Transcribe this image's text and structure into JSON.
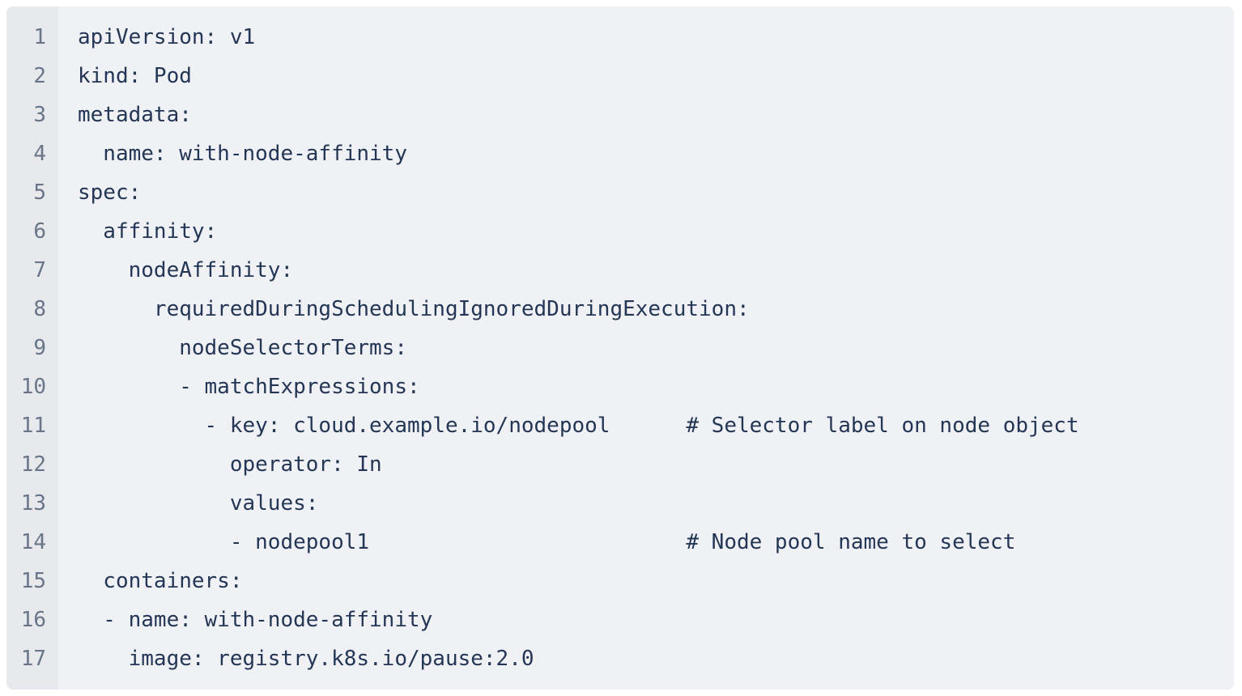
{
  "code_block": {
    "language": "yaml",
    "lines": [
      {
        "number": "1",
        "code": "apiVersion: v1"
      },
      {
        "number": "2",
        "code": "kind: Pod"
      },
      {
        "number": "3",
        "code": "metadata:"
      },
      {
        "number": "4",
        "code": "  name: with-node-affinity"
      },
      {
        "number": "5",
        "code": "spec:"
      },
      {
        "number": "6",
        "code": "  affinity:"
      },
      {
        "number": "7",
        "code": "    nodeAffinity:"
      },
      {
        "number": "8",
        "code": "      requiredDuringSchedulingIgnoredDuringExecution:"
      },
      {
        "number": "9",
        "code": "        nodeSelectorTerms:"
      },
      {
        "number": "10",
        "code": "        - matchExpressions:"
      },
      {
        "number": "11",
        "code": "          - key: cloud.example.io/nodepool      # Selector label on node object"
      },
      {
        "number": "12",
        "code": "            operator: In"
      },
      {
        "number": "13",
        "code": "            values:"
      },
      {
        "number": "14",
        "code": "            - nodepool1                         # Node pool name to select"
      },
      {
        "number": "15",
        "code": "  containers:"
      },
      {
        "number": "16",
        "code": "  - name: with-node-affinity"
      },
      {
        "number": "17",
        "code": "    image: registry.k8s.io/pause:2.0"
      }
    ],
    "colors": {
      "code_background": "#f0f1f4",
      "gutter_background": "#e7e9ed",
      "line_number": "#697588",
      "code_text": "#243656",
      "page_background": "#ffffff"
    }
  }
}
